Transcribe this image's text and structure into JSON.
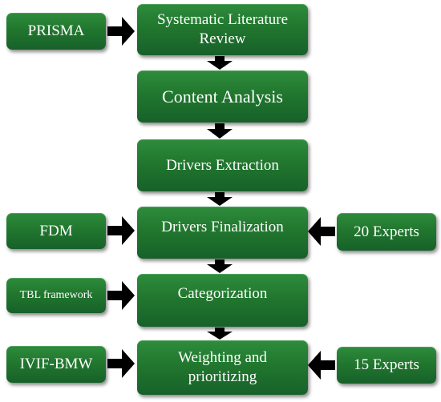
{
  "nodes": {
    "prisma": "PRISMA",
    "systematic_review": "Systematic Literature Review",
    "content_analysis": "Content Analysis",
    "drivers_extraction": "Drivers Extraction",
    "fdm": "FDM",
    "drivers_finalization": "Drivers Finalization",
    "experts_20": "20 Experts",
    "tbl_framework": "TBL framework",
    "categorization": "Categorization",
    "ivif_bmw": "IVIF-BMW",
    "weighting": "Weighting and prioritizing",
    "experts_15": "15 Experts"
  },
  "colors": {
    "box_fill": "#21772e",
    "arrow_fill": "#000000",
    "text": "#ffffff"
  }
}
